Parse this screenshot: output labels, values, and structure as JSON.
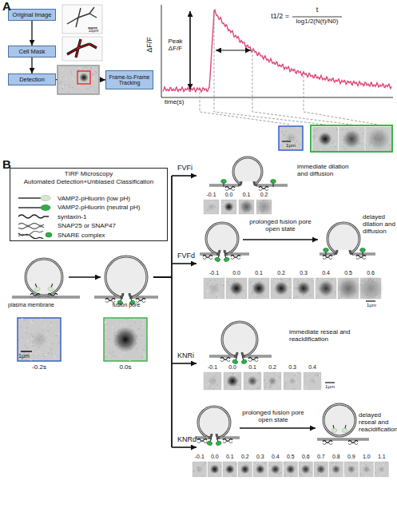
{
  "diagram": {
    "nodes": [
      {
        "text": [
          "Original Image"
        ]
      },
      {
        "text": [
          "Cell Mask"
        ]
      },
      {
        "text": [
          "Detection"
        ]
      },
      {
        "text": [
          "Frame-to-Frame Tracking"
        ]
      },
      {
        "text": [
          "TIRF Microscopy",
          "Automated Detection+Unbiased Classification"
        ]
      }
    ],
    "edges": [
      {
        "from": 0,
        "to": 1,
        "arrow": "to"
      },
      {
        "from": 1,
        "to": 2,
        "arrow": "to"
      },
      {
        "from": 2,
        "to": 3,
        "arrow": "to"
      }
    ],
    "labels": [
      "A",
      "10μm",
      "ΔF/F",
      "Peak ΔF/F",
      "time(s)",
      "t1/2 =",
      "t",
      "log1/2(N(t)/N0)",
      "1μm",
      "B",
      "plasma membrane",
      "fusion pore",
      "1μm",
      "-0.2s",
      "0.0s",
      "FVFi",
      "immediate dilation and diffusion",
      "-0.1",
      "0.0",
      "0.1",
      "0.2",
      "FVFd",
      "prolonged fusion pore open state",
      "delayed dilation and diffusion",
      "-0.1",
      "0.0",
      "0.1",
      "0.2",
      "0.3",
      "0.4",
      "0.5",
      "0.6",
      "1μm",
      "KNRi",
      "immediate reseal and reacidification",
      "-0.1",
      "0.0",
      "0.1",
      "0.2",
      "0.3",
      "0.4",
      "1μm",
      "KNRd",
      "prolonged fusion pore open state",
      "delayed reseal and reacidification",
      "-0.1",
      "0.0",
      "0.1",
      "0.2",
      "0.3",
      "0.4",
      "0.5",
      "0.6",
      "0.7",
      "0.8",
      "0.9",
      "1.0",
      "1.1"
    ],
    "legend": [
      {
        "text": "VAMP2-pHluorin (low pH)"
      },
      {
        "text": "VAMP2-pHluorin (neutral pH)"
      },
      {
        "text": "syntaxin-1"
      },
      {
        "text": "SNAP25 or SNAP47"
      },
      {
        "text": "SNARE complex"
      }
    ]
  }
}
